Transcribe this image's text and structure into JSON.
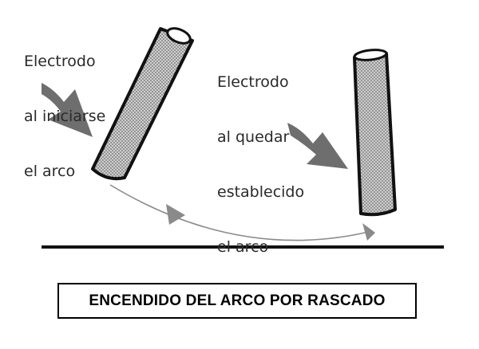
{
  "diagram": {
    "label_start": [
      "Electrodo",
      "al iniciarse",
      "el arco"
    ],
    "label_established": [
      "Electrodo",
      "al quedar",
      "establecido",
      "el arco"
    ],
    "caption": "ENCENDIDO DEL ARCO POR RASCADO",
    "colors": {
      "ink": "#111111",
      "electrode_fill": "#cfcfcf",
      "arrow": "#6e6e6e",
      "curve": "#8a8a8a"
    }
  }
}
